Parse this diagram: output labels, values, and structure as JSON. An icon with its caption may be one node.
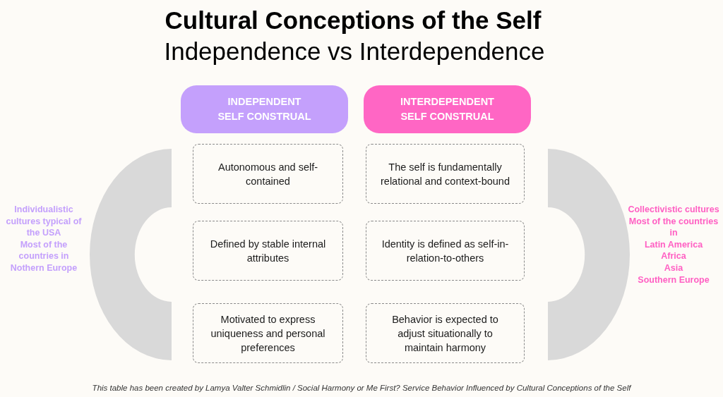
{
  "diagram": {
    "title": "Cultural Conceptions of the Self",
    "caption": "This table has been created by Lamya Valter Schmidlin / Social Harmony or Me First? Service Behavior Influenced by Cultural Conceptions of the Self",
    "nodes": [
      {
        "text": [
          "INDEPENDENT SELF CONSTRUAL"
        ]
      },
      {
        "text": [
          "INTERDEPENDENT SELF CONSTRUAL"
        ]
      },
      {
        "text": [
          "Autonomous and self-contained"
        ]
      },
      {
        "text": [
          "The self is fundamentally relational and context-bound"
        ]
      },
      {
        "text": [
          "Defined by stable internal attributes"
        ]
      },
      {
        "text": [
          "Identity is defined as self-in-relation-to-others"
        ]
      },
      {
        "text": [
          "Motivated to express uniqueness and personal preferences"
        ]
      },
      {
        "text": [
          "Behavior is expected to adjust situationally to maintain harmony"
        ]
      },
      {
        "text": [],
        "shape": "arc",
        "beside": [
          "Individualistic cultures typical of the USA",
          "Most of the countries in Nothern Europe"
        ]
      },
      {
        "text": [],
        "shape": "arc",
        "beside": [
          "Collectivistic cultures",
          "Most of the countries in",
          "Latin America",
          "Africa",
          "Asia",
          "Southern Europe"
        ]
      }
    ],
    "labels": [
      "Independence vs Interdependence"
    ]
  }
}
